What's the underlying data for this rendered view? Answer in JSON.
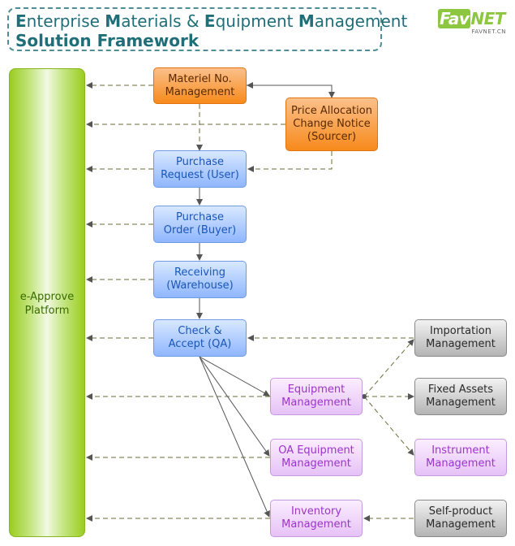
{
  "title": {
    "line1": [
      {
        "text": "E",
        "bold": true
      },
      {
        "text": "nterprise ",
        "bold": false
      },
      {
        "text": "M",
        "bold": true
      },
      {
        "text": "aterials & ",
        "bold": false
      },
      {
        "text": "E",
        "bold": true
      },
      {
        "text": "quipment ",
        "bold": false
      },
      {
        "text": "M",
        "bold": true
      },
      {
        "text": "anagement",
        "bold": false
      }
    ],
    "line2": "Solution Framework"
  },
  "logo": {
    "fav": "Fav",
    "net": "NET",
    "sub": "FAVNET.CN"
  },
  "platform": {
    "label": "e-Approve\nPlatform"
  },
  "boxes": {
    "materiel": "Materiel No.\nManagement",
    "price": "Price Allocation\nChange Notice\n(Sourcer)",
    "pr": "Purchase\nRequest (User)",
    "po": "Purchase\nOrder (Buyer)",
    "receiving": "Receiving\n(Warehouse)",
    "check": "Check &\nAccept (QA)",
    "equipment": "Equipment\nManagement",
    "oa": "OA Equipment\nManagement",
    "inventory": "Inventory\nManagement",
    "importation": "Importation\nManagement",
    "fixed": "Fixed Assets\nManagement",
    "instrument": "Instrument\nManagement",
    "selfproduct": "Self-product\nManagement"
  },
  "colors": {
    "orange": "#f78a1c",
    "blue": "#8fb6ff",
    "purple": "#e6c2f7",
    "gray": "#b4b4b4",
    "platform_green": "#9acd1f",
    "dashed_arrow": "#6b6b3a",
    "title": "#1f6e78"
  }
}
